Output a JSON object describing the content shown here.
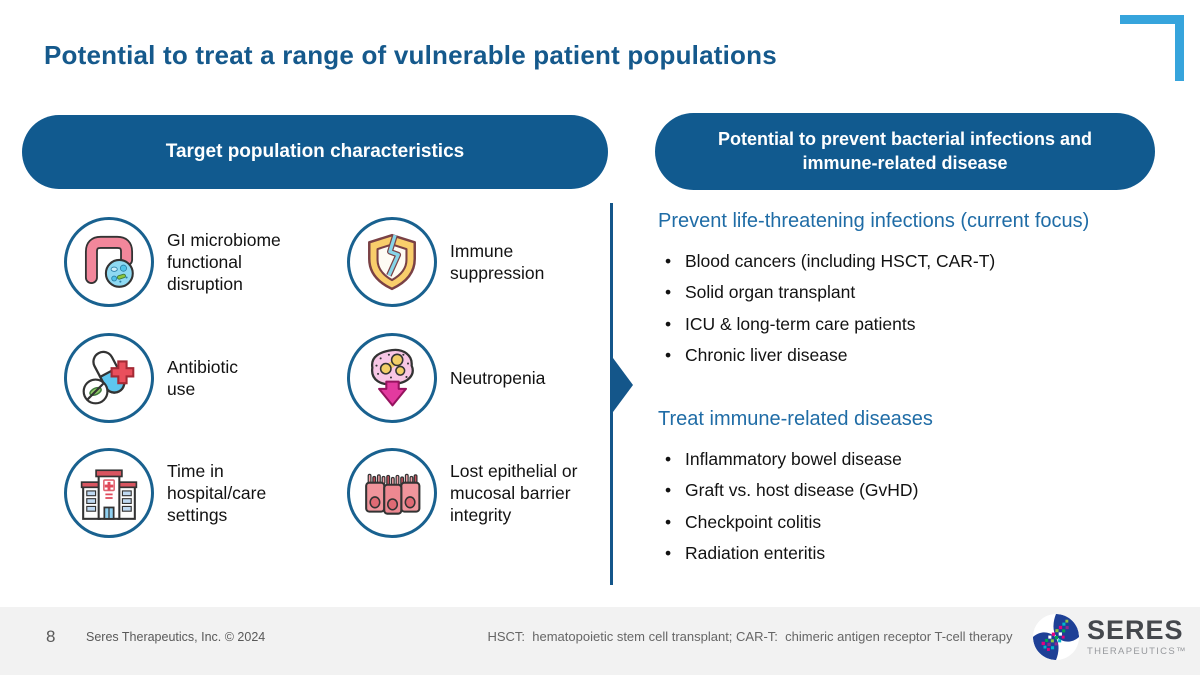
{
  "slide": {
    "title": "Potential to treat a range of vulnerable patient populations",
    "page_number": "8",
    "copyright": "Seres Therapeutics, Inc. © 2024",
    "footnote": "HSCT:  hematopoietic stem cell transplant; CAR-T:  chimeric antigen receptor T-cell therapy"
  },
  "left_panel": {
    "header": "Target population characteristics",
    "items": [
      {
        "icon": "gi-microbiome-icon",
        "label": "GI microbiome\nfunctional\ndisruption"
      },
      {
        "icon": "immune-suppression-icon",
        "label": "Immune\nsuppression"
      },
      {
        "icon": "antibiotic-use-icon",
        "label": "Antibiotic\nuse"
      },
      {
        "icon": "neutropenia-icon",
        "label": "Neutropenia"
      },
      {
        "icon": "hospital-icon",
        "label": "Time in\nhospital/care\nsettings"
      },
      {
        "icon": "epithelial-barrier-icon",
        "label": "Lost epithelial or\nmucosal barrier\nintegrity"
      }
    ]
  },
  "right_panel": {
    "header": "Potential to prevent bacterial infections and\nimmune-related disease",
    "sections": [
      {
        "heading": "Prevent life-threatening infections (current focus)",
        "bullets": [
          "Blood cancers (including HSCT, CAR-T)",
          "Solid organ transplant",
          "ICU & long-term care patients",
          "Chronic liver disease"
        ]
      },
      {
        "heading": "Treat immune-related diseases",
        "bullets": [
          "Inflammatory bowel disease",
          "Graft vs. host disease (GvHD)",
          "Checkpoint colitis",
          "Radiation enteritis"
        ]
      }
    ]
  },
  "logo": {
    "wordmark": "SERES",
    "subtitle": "THERAPEUTICS™"
  },
  "colors": {
    "primary_blue": "#115A8F",
    "title_blue": "#15598C",
    "heading_blue": "#1F6CA6",
    "accent_light_blue": "#36A4DC",
    "footer_gray": "#F2F2F2"
  }
}
